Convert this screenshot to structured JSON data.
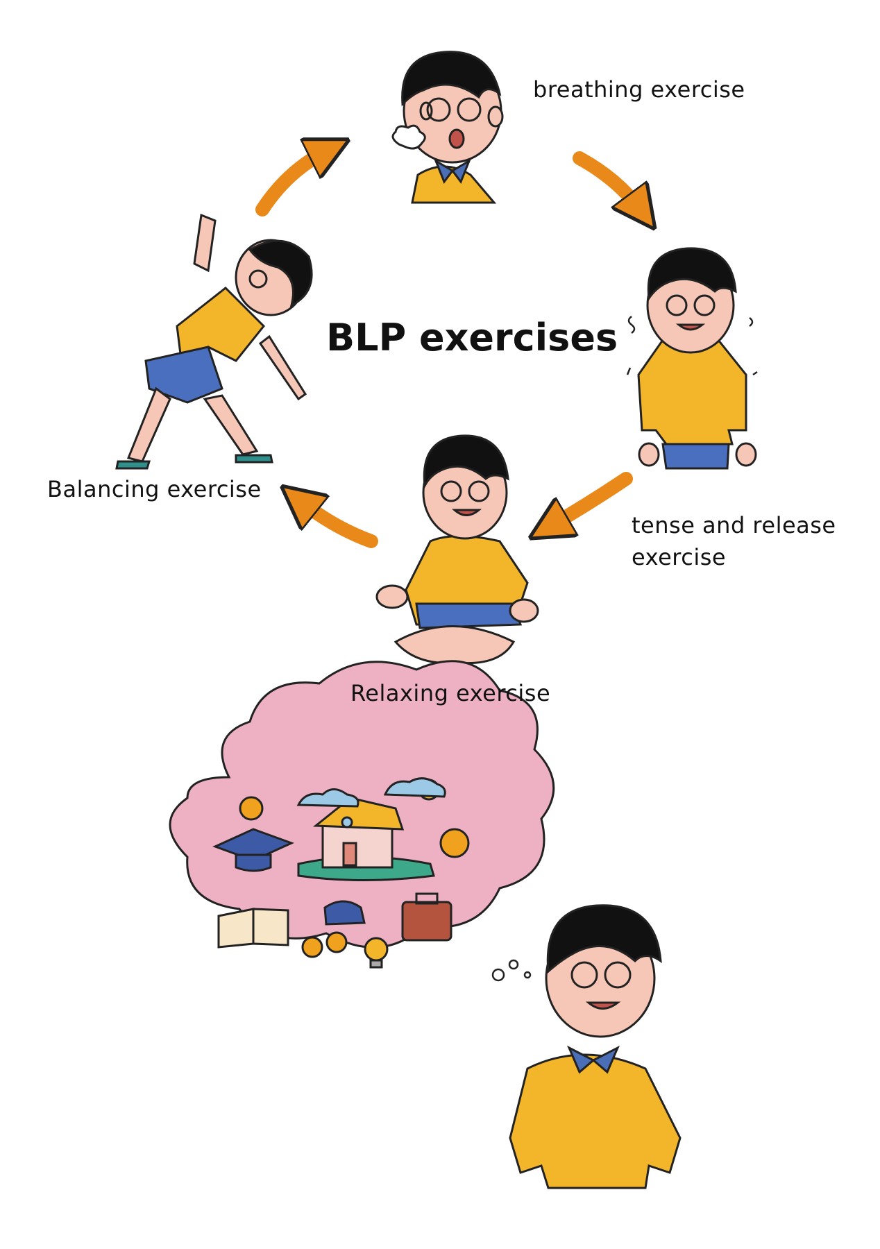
{
  "title": "BLP exercises",
  "steps": [
    {
      "label": "breathing exercise"
    },
    {
      "label_line1": "tense and release",
      "label_line2": "exercise"
    },
    {
      "label": "Relaxing exercise"
    },
    {
      "label": "Balancing exercise"
    }
  ],
  "colors": {
    "arrow": "#e8891a",
    "shirt": "#f3b62b",
    "shorts": "#4a6fbf",
    "hair": "#111111",
    "skin": "#f6c6b6",
    "collar": "#4b6fb6",
    "thought_cloud": "#eeb1c4",
    "coin": "#f0a21e"
  },
  "icons": [
    "breath-puff-icon",
    "shiver-lines-icon",
    "coin-icon",
    "graduation-cap-icon",
    "house-icon",
    "cloud-icon",
    "sun-icon",
    "book-icon",
    "hat-icon",
    "briefcase-icon",
    "lightbulb-icon",
    "thought-bubble-icon"
  ]
}
